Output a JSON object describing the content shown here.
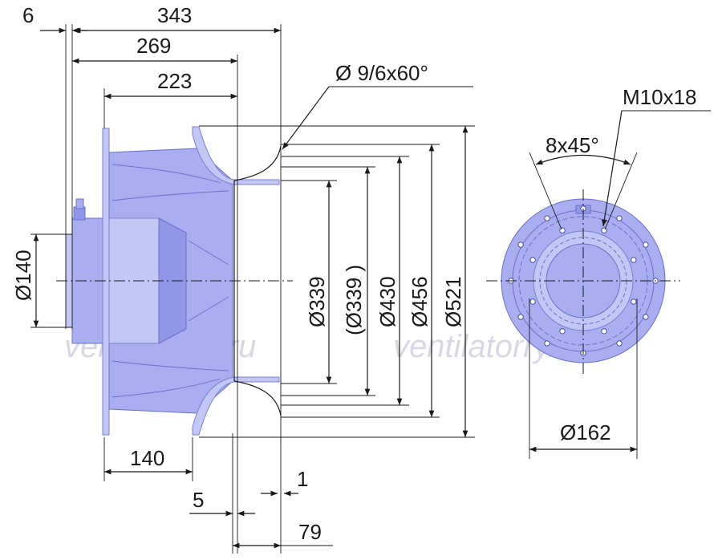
{
  "watermark": "ventilatorry.ru",
  "colors": {
    "body": "#a9aef0",
    "outline": "#6b70c8",
    "lines": "#1a1a1a"
  },
  "side_view": {
    "dim_6": "6",
    "dim_343": "343",
    "dim_269": "269",
    "dim_223": "223",
    "dim_d140": "Ø140",
    "dim_140": "140",
    "dim_5": "5",
    "dim_1": "1",
    "dim_79": "79",
    "dim_holes": "Ø 9/6x60°",
    "dim_d339": "Ø339",
    "dim_d339_paren": "(Ø339   )",
    "dim_d430": "Ø430",
    "dim_d456": "Ø456",
    "dim_d521": "Ø521"
  },
  "front_view": {
    "dim_thread": "M10x18",
    "dim_angle": "8x45°",
    "dim_d162": "Ø162"
  }
}
